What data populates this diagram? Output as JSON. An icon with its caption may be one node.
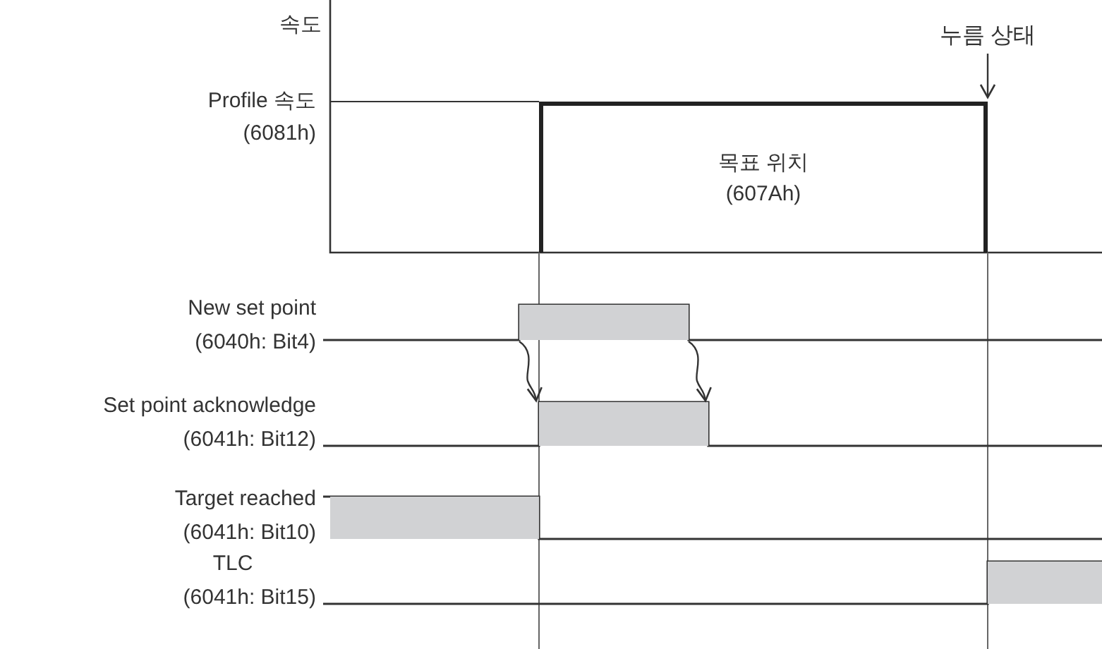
{
  "diagram": {
    "nodes": [
      {
        "text": [
          "목표 위치 (607Ah)"
        ]
      },
      {
        "text": [
          "누름 상태"
        ]
      },
      {
        "text": [],
        "shape": "bar"
      },
      {
        "text": [],
        "shape": "bar"
      },
      {
        "text": [],
        "shape": "bar"
      },
      {
        "text": [],
        "shape": "bar"
      }
    ],
    "edges": [
      {
        "from": 1,
        "to": 0,
        "arrow": "to"
      },
      {
        "from": 2,
        "to": 3,
        "arrow": "to"
      },
      {
        "from": 2,
        "to": 3,
        "arrow": "to"
      }
    ],
    "labels": [
      "속도",
      "Profile 속도",
      "(6081h)",
      "New set point",
      "(6040h: Bit4)",
      "Set point acknowledge",
      "(6041h: Bit12)",
      "Target reached",
      "(6041h: Bit10)",
      "TLC",
      "(6041h: Bit15)"
    ]
  }
}
